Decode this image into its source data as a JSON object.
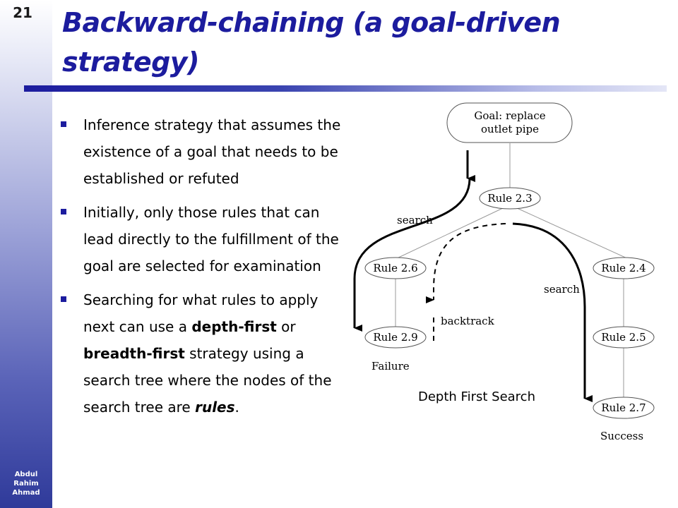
{
  "slide": {
    "number": "21",
    "title": "Backward-chaining (a goal-driven strategy)",
    "author": [
      "Abdul",
      "Rahim",
      "Ahmad"
    ]
  },
  "bullets": [
    {
      "parts": [
        {
          "text": "Inference strategy that assumes the existence of a goal that needs to be established or refuted",
          "style": "normal"
        }
      ]
    },
    {
      "parts": [
        {
          "text": "Initially, only those rules that can lead directly to the fulfillment of the goal are selected for examination",
          "style": "normal"
        }
      ]
    },
    {
      "parts": [
        {
          "text": "Searching for what rules to apply next can use a ",
          "style": "normal"
        },
        {
          "text": "depth-first",
          "style": "bold"
        },
        {
          "text": " or ",
          "style": "normal"
        },
        {
          "text": "breadth-first",
          "style": "bold"
        },
        {
          "text": " strategy using a search tree where the nodes of the search tree are ",
          "style": "normal"
        },
        {
          "text": "rules",
          "style": "bolditalic"
        },
        {
          "text": ".",
          "style": "normal"
        }
      ]
    }
  ],
  "diagram": {
    "goal_line1": "Goal: replace",
    "goal_line2": "outlet pipe",
    "rule_root": "Rule 2.3",
    "rule_left1": "Rule 2.6",
    "rule_left2": "Rule 2.9",
    "rule_right1": "Rule 2.4",
    "rule_right2": "Rule 2.5",
    "rule_right3": "Rule 2.7",
    "label_search_left": "search",
    "label_search_right": "search",
    "label_backtrack": "backtrack",
    "label_failure": "Failure",
    "label_success": "Success",
    "caption": "Depth First Search"
  }
}
